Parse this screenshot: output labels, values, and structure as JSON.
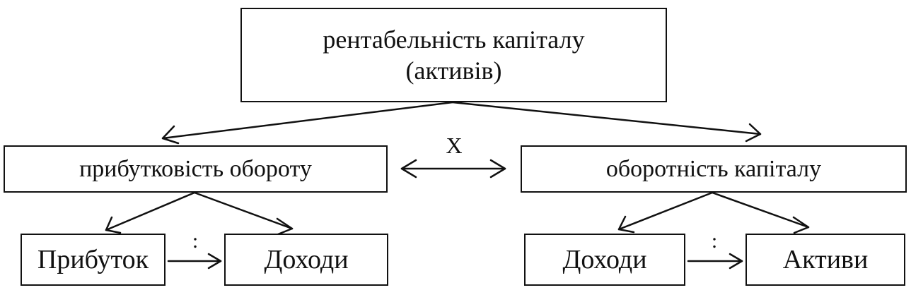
{
  "root": {
    "line1": "рентабельність капіталу",
    "line2": "(активів)"
  },
  "middle": {
    "left": "прибутковість обороту",
    "right": "оборотність капіталу",
    "operator": "X"
  },
  "leaves": {
    "profit": "Прибуток",
    "income_left": "Доходи",
    "income_right": "Доходи",
    "assets": "Активи",
    "operator_left": ":",
    "operator_right": ":"
  }
}
